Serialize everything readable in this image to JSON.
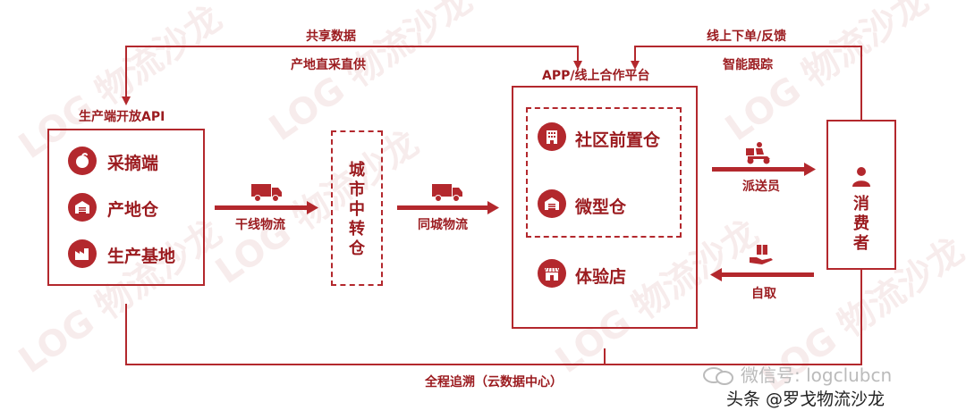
{
  "watermark": "LOG 物流沙龙",
  "top": {
    "shared_data": "共享数据",
    "direct_supply": "产地直采直供",
    "order_feedback": "线上下单/反馈",
    "smart_tracking": "智能跟踪"
  },
  "left": {
    "title": "生产端开放API",
    "items": [
      "采摘端",
      "产地仓",
      "生产基地"
    ]
  },
  "flow": {
    "trunk_logistics": "干线物流",
    "city_logistics": "同城物流"
  },
  "middle": {
    "label": "城市中转仓"
  },
  "platform": {
    "title": "APP/线上合作平台",
    "items": [
      "社区前置仓",
      "微型仓",
      "体验店"
    ]
  },
  "right": {
    "courier": "派送员",
    "pickup": "自取",
    "consumer": "消费者"
  },
  "bottom": {
    "trace": "全程追溯（云数据中心）"
  },
  "footer": {
    "wechat": "微信号: logclubcn",
    "toutiao": "头条 @罗戈物流沙龙"
  },
  "colors": {
    "accent": "#b3282d",
    "text": "#9b1b1f"
  },
  "icons": [
    "peach-icon",
    "warehouse-icon",
    "factory-icon",
    "truck-icon",
    "building-icon",
    "store-icon",
    "delivery-scooter-icon",
    "hand-box-icon",
    "person-icon"
  ]
}
